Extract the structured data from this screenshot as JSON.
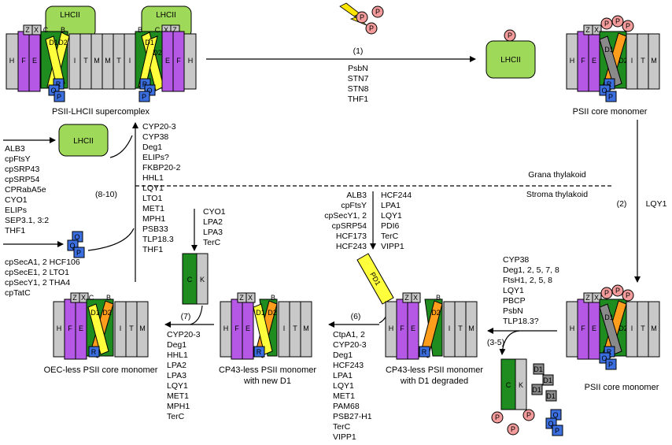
{
  "complexes": {
    "supercomplex": "PSII-LHCII supercomplex",
    "core_monomer_top": "PSII core monomer",
    "core_monomer_bottom": "PSII core monomer",
    "cp43_d1_degraded": [
      "CP43-less PSII monomer",
      "with D1 degraded"
    ],
    "cp43_new_d1": [
      "CP43-less PSII monomer",
      "with new D1"
    ],
    "oec_less": "OEC-less PSII core monomer"
  },
  "subunits": {
    "H": "H",
    "E": "E",
    "F": "F",
    "Z": "Z",
    "X": "X",
    "I": "I",
    "T": "T",
    "M": "M",
    "D1": "D1",
    "D2": "D2",
    "C": "C",
    "B": "B",
    "K": "K",
    "R": "R",
    "O": "O",
    "P": "P",
    "Q": "Q",
    "LHCII": "LHCII",
    "PD1": "PD1"
  },
  "regions": {
    "grana": "Grana thylakoid",
    "stroma": "Stroma thylakoid"
  },
  "steps": {
    "s1": {
      "label": "(1)",
      "factors": [
        "PsbN",
        "STN7",
        "STN8",
        "THF1"
      ]
    },
    "s2": {
      "label": "(2)",
      "factors": [
        "LQY1"
      ]
    },
    "s35": {
      "label": "(3-5)",
      "factors": [
        "CYP38",
        "Deg1, 2, 5, 7, 8",
        "FtsH1, 2, 5, 8",
        "LQY1",
        "PBCP",
        "PsbN",
        "TLP18.3?"
      ]
    },
    "s6": {
      "label": "(6)",
      "factors": [
        "CtpA1, 2",
        "CYP20-3",
        "Deg1",
        "HCF243",
        "LPA1",
        "LQY1",
        "MET1",
        "PAM68",
        "PSB27-H1",
        "TerC",
        "VIPP1"
      ]
    },
    "s7": {
      "label": "(7)",
      "factors": [
        "CYP20-3",
        "Deg1",
        "HHL1",
        "LPA2",
        "LPA3",
        "LQY1",
        "MET1",
        "MPH1",
        "TerC"
      ]
    },
    "s810": {
      "label": "(8-10)",
      "factors": [
        "CYP20-3",
        "CYP38",
        "Deg1",
        "ELIPs?",
        "FKBP20-2",
        "HHL1",
        "LQY1",
        "LTO1",
        "MET1",
        "MPH1",
        "PSB33",
        "TLP18.3",
        "THF1"
      ]
    }
  },
  "insertion": {
    "lhcii_factors": [
      "ALB3",
      "cpFtsY",
      "cpSRP43",
      "cpSRP54",
      "CPRabA5e",
      "CYO1",
      "ELIPs",
      "SEP3.1, 3:2",
      "THF1"
    ],
    "oec_factors": [
      "cpSecA1, 2  HCF106",
      "cpSecE1, 2  LTO1",
      "cpSecY1, 2  THA4",
      "cpTatC"
    ],
    "ck_factors": [
      "CYO1",
      "LPA2",
      "LPA3",
      "TerC"
    ],
    "d1_left": [
      "ALB3",
      "cpFtsY",
      "cpSecY1, 2",
      "cpSRP54",
      "HCF173",
      "HCF243"
    ],
    "d1_right": [
      "HCF244",
      "LPA1",
      "LQY1",
      "PDI6",
      "TerC",
      "VIPP1"
    ]
  },
  "colors": {
    "purple": "#b558e6",
    "gray": "#c8c8c8",
    "dark_gray": "#8a8a8a",
    "yellow": "#ffff3c",
    "orange": "#ff9d1c",
    "green": "#1e8c1e",
    "light_green": "#9fd95a",
    "blue": "#3b6fe0",
    "pink": "#f49c9c"
  }
}
